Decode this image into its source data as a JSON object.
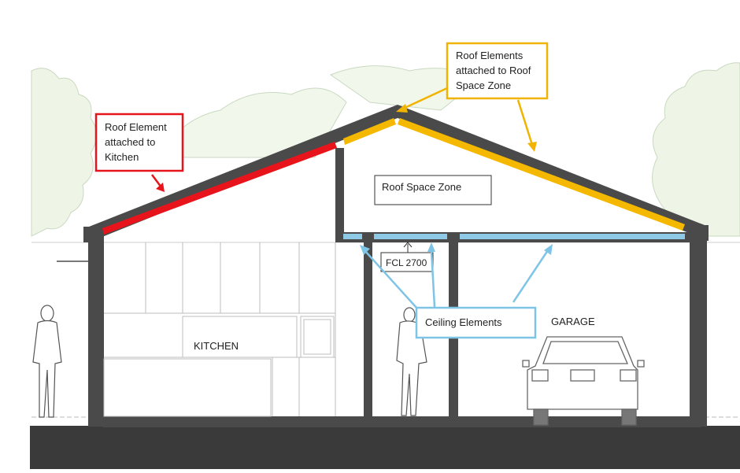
{
  "callouts": {
    "kitchen_roof": {
      "line1": "Roof Element",
      "line2": "attached to",
      "line3": "Kitchen"
    },
    "roof_space_roof": {
      "line1": "Roof Elements",
      "line2": "attached to Roof",
      "line3": "Space Zone"
    },
    "ceiling": "Ceiling Elements"
  },
  "labels": {
    "roof_space_zone": "Roof Space Zone",
    "fcl": "FCL 2700",
    "kitchen": "KITCHEN",
    "garage": "GARAGE"
  },
  "colors": {
    "wall": "#4a4a4a",
    "kitchen_roof": "#e8141b",
    "roof_space_roof": "#f5b800",
    "ceiling": "#8ecae6",
    "ceiling_arrow": "#7ec4e6",
    "red_box": "#e8141b",
    "yellow_box": "#f0b400",
    "blue_box": "#7ec4e6",
    "ground": "#3a3a3a"
  }
}
